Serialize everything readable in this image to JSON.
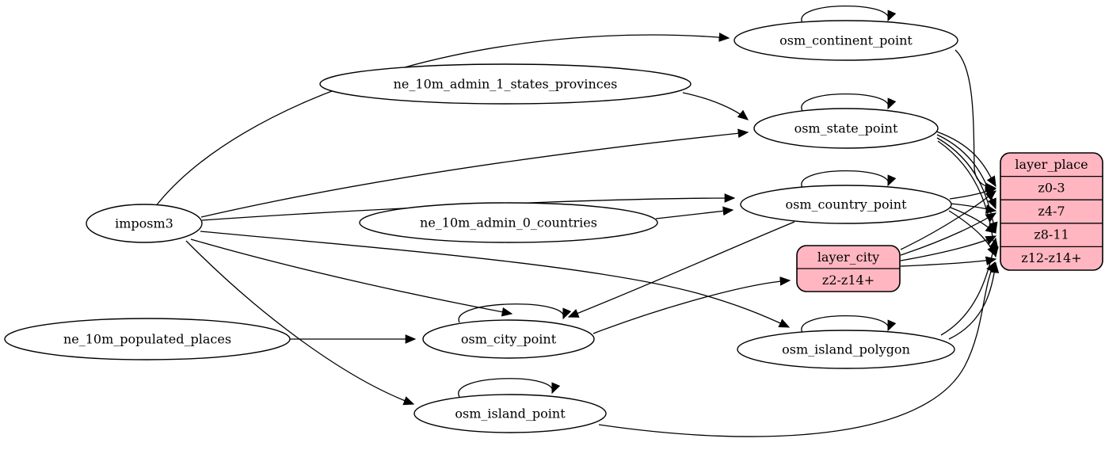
{
  "diagram": {
    "kind": "etl-graph",
    "background_color": "#ffffff",
    "table_node_fill": "#ffffff",
    "layer_node_fill": "#ffb6c1",
    "line_color": "#000000",
    "text_color": "#000000"
  },
  "nodes": {
    "imposm3": {
      "label": "imposm3",
      "shape": "ellipse"
    },
    "ne_10m_admin_1_states_provinces": {
      "label": "ne_10m_admin_1_states_provinces",
      "shape": "ellipse"
    },
    "ne_10m_admin_0_countries": {
      "label": "ne_10m_admin_0_countries",
      "shape": "ellipse"
    },
    "ne_10m_populated_places": {
      "label": "ne_10m_populated_places",
      "shape": "ellipse"
    },
    "osm_continent_point": {
      "label": "osm_continent_point",
      "shape": "ellipse",
      "self_loop": true
    },
    "osm_state_point": {
      "label": "osm_state_point",
      "shape": "ellipse",
      "self_loop": true
    },
    "osm_country_point": {
      "label": "osm_country_point",
      "shape": "ellipse",
      "self_loop": true
    },
    "osm_city_point": {
      "label": "osm_city_point",
      "shape": "ellipse",
      "self_loop": true
    },
    "osm_island_polygon": {
      "label": "osm_island_polygon",
      "shape": "ellipse",
      "self_loop": true
    },
    "osm_island_point": {
      "label": "osm_island_point",
      "shape": "ellipse",
      "self_loop": true
    }
  },
  "records": {
    "layer_city": {
      "title": "layer_city",
      "rows": [
        "z2-z14+"
      ]
    },
    "layer_place": {
      "title": "layer_place",
      "rows": [
        "z0-3",
        "z4-7",
        "z8-11",
        "z12-z14+"
      ]
    }
  },
  "edges": [
    {
      "from": "imposm3",
      "to": "osm_continent_point"
    },
    {
      "from": "imposm3",
      "to": "osm_state_point"
    },
    {
      "from": "imposm3",
      "to": "osm_country_point"
    },
    {
      "from": "imposm3",
      "to": "osm_city_point"
    },
    {
      "from": "imposm3",
      "to": "osm_island_polygon"
    },
    {
      "from": "imposm3",
      "to": "osm_island_point"
    },
    {
      "from": "ne_10m_admin_1_states_provinces",
      "to": "osm_state_point"
    },
    {
      "from": "ne_10m_admin_0_countries",
      "to": "osm_country_point"
    },
    {
      "from": "ne_10m_populated_places",
      "to": "osm_city_point"
    },
    {
      "from": "osm_continent_point",
      "to": "osm_continent_point"
    },
    {
      "from": "osm_state_point",
      "to": "osm_state_point"
    },
    {
      "from": "osm_country_point",
      "to": "osm_country_point"
    },
    {
      "from": "osm_city_point",
      "to": "osm_city_point"
    },
    {
      "from": "osm_island_polygon",
      "to": "osm_island_polygon"
    },
    {
      "from": "osm_island_point",
      "to": "osm_island_point"
    },
    {
      "from": "osm_country_point",
      "to": "osm_city_point"
    },
    {
      "from": "osm_city_point",
      "to": "layer_city:z2-z14+"
    },
    {
      "from": "osm_continent_point",
      "to": "layer_place:z0-3"
    },
    {
      "from": "osm_state_point",
      "to": "layer_place:z0-3"
    },
    {
      "from": "osm_state_point",
      "to": "layer_place:z4-7"
    },
    {
      "from": "osm_state_point",
      "to": "layer_place:z8-11"
    },
    {
      "from": "osm_state_point",
      "to": "layer_place:z12-z14+"
    },
    {
      "from": "osm_country_point",
      "to": "layer_place:z0-3"
    },
    {
      "from": "osm_country_point",
      "to": "layer_place:z4-7"
    },
    {
      "from": "osm_country_point",
      "to": "layer_place:z8-11"
    },
    {
      "from": "osm_country_point",
      "to": "layer_place:z12-z14+"
    },
    {
      "from": "layer_city:z2-z14+",
      "to": "layer_place:z0-3"
    },
    {
      "from": "layer_city:z2-z14+",
      "to": "layer_place:z4-7"
    },
    {
      "from": "layer_city:z2-z14+",
      "to": "layer_place:z8-11"
    },
    {
      "from": "layer_city:z2-z14+",
      "to": "layer_place:z12-z14+"
    },
    {
      "from": "osm_island_polygon",
      "to": "layer_place:z8-11"
    },
    {
      "from": "osm_island_polygon",
      "to": "layer_place:z12-z14+"
    },
    {
      "from": "osm_island_point",
      "to": "layer_place:z12-z14+"
    }
  ]
}
